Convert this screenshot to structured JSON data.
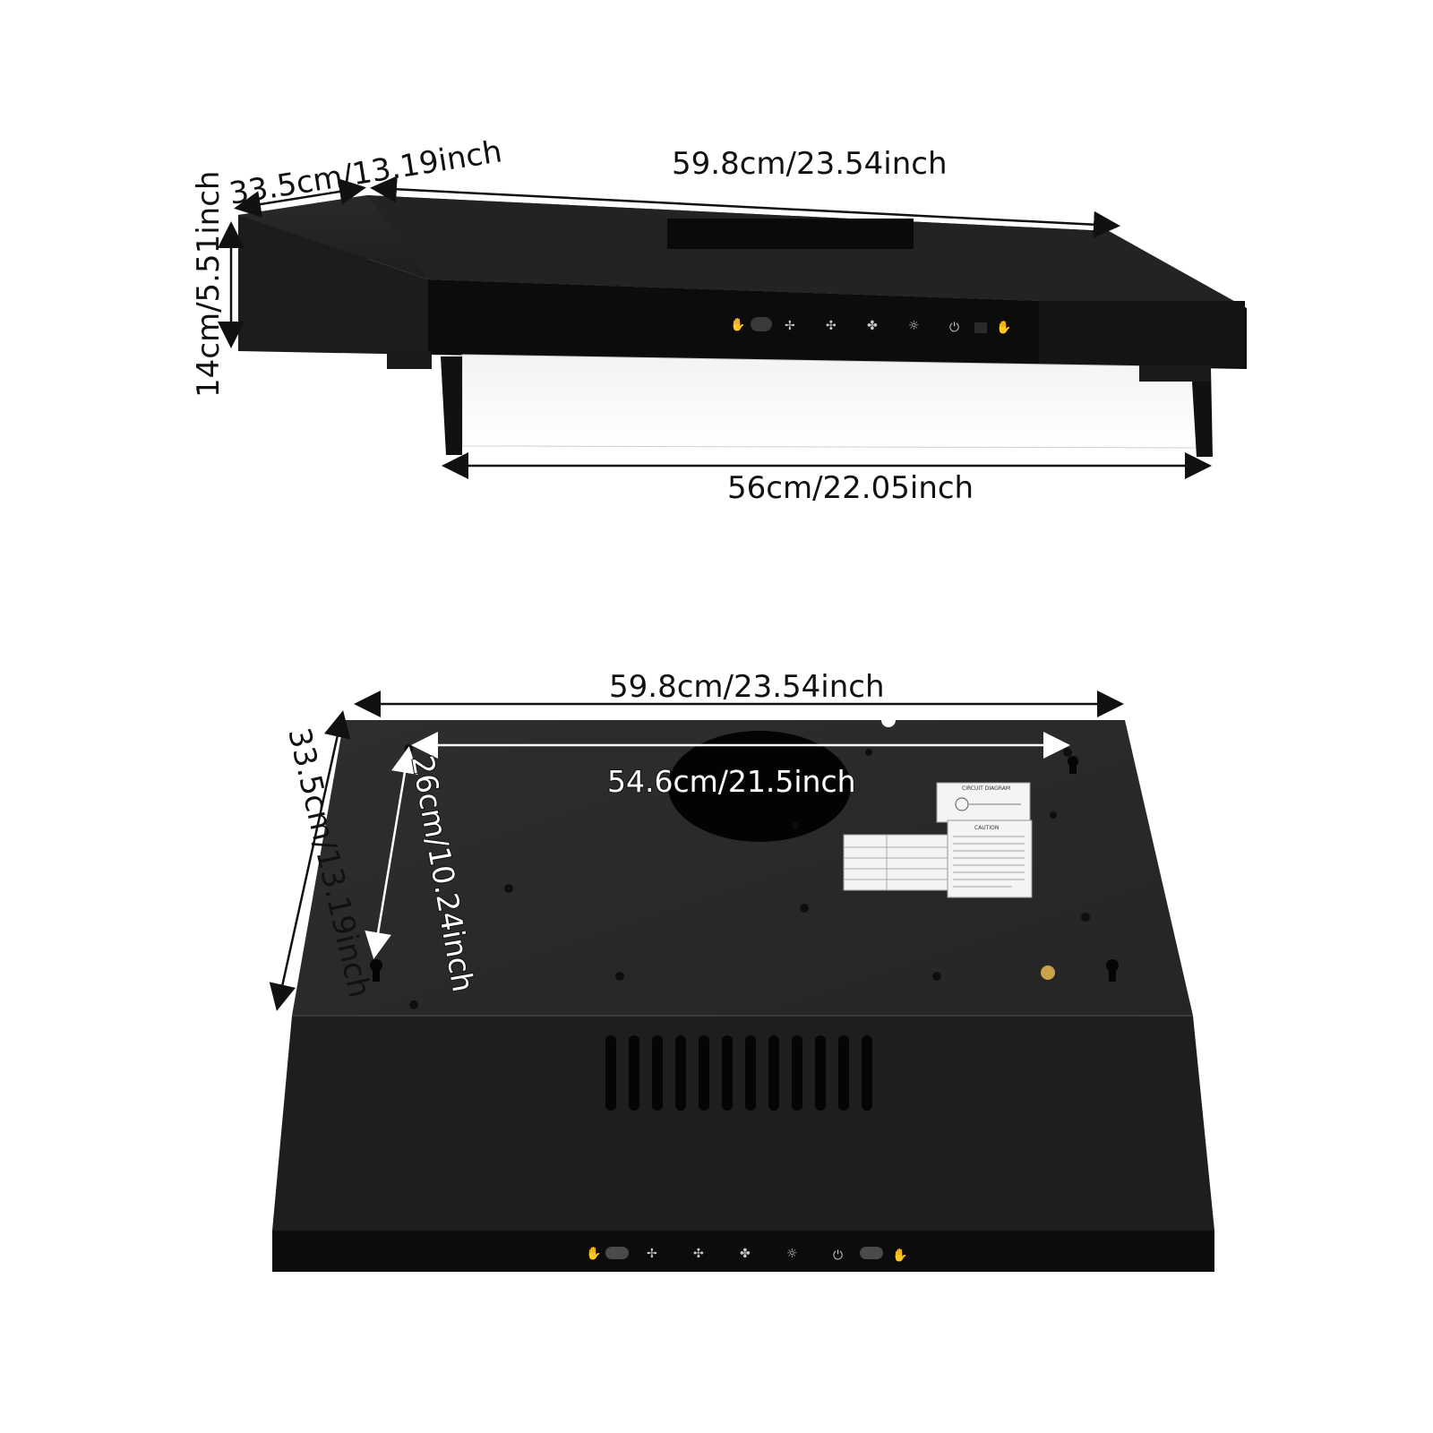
{
  "top_view": {
    "depth_label": "33.5cm/13.19inch",
    "width_label": "59.8cm/23.54inch",
    "height_label": "14cm/5.51inch",
    "visor_label": "56cm/22.05inch"
  },
  "bottom_view": {
    "width_label": "59.8cm/23.54inch",
    "depth_label": "33.5cm/13.19inch",
    "mount_width_label": "54.6cm/21.5inch",
    "mount_depth_label": "26cm/10.24inch",
    "sticker_circuit_title": "CIRCUIT DIAGRAM",
    "sticker_caution_title": "CAUTION"
  },
  "control_panel": {
    "icons": [
      "hand-gesture-icon",
      "pill-button-icon",
      "fan-low-icon",
      "fan-mid-icon",
      "fan-high-icon",
      "light-icon",
      "power-icon",
      "hand-gesture-icon"
    ]
  },
  "colors": {
    "hood_body": "#1f1f1f",
    "hood_panel": "#0c0c0c",
    "background": "#ffffff"
  }
}
